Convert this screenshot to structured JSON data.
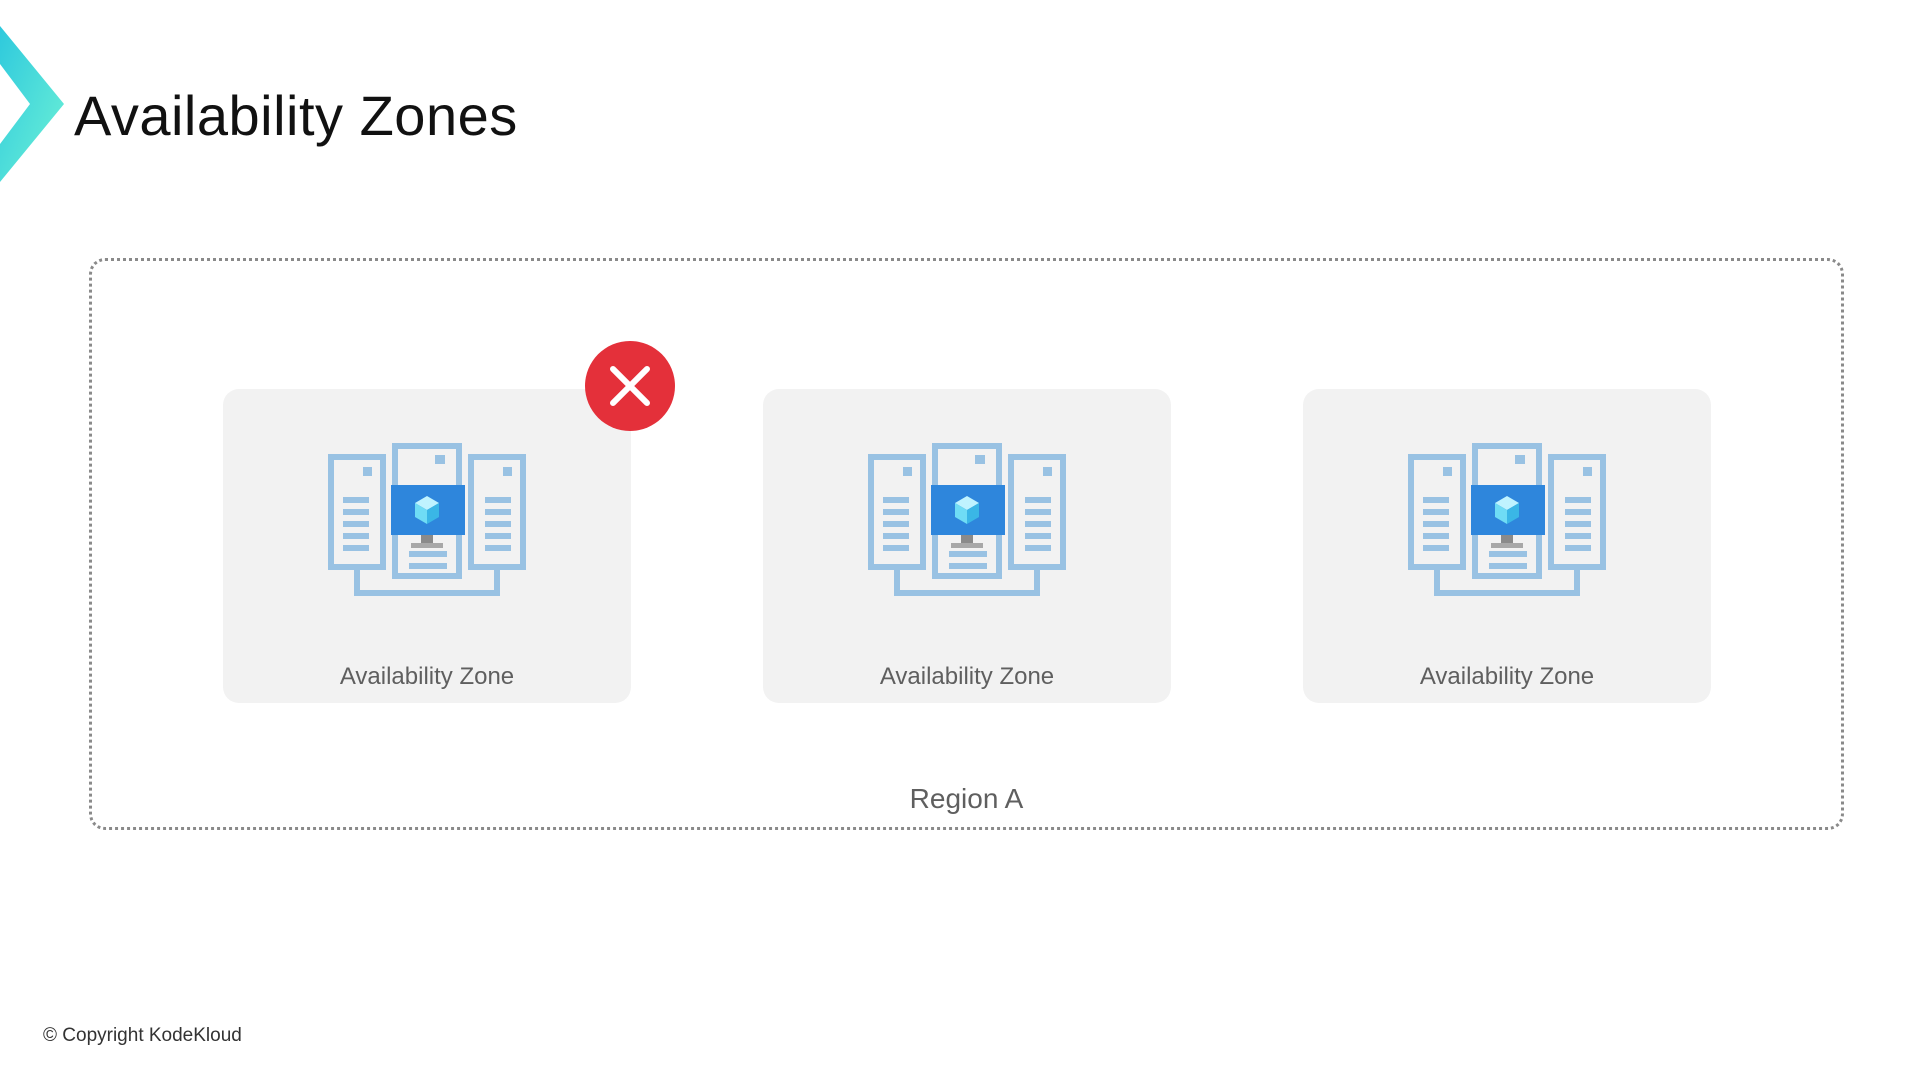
{
  "slide": {
    "title": "Availability Zones",
    "copyright": "© Copyright KodeKloud"
  },
  "region": {
    "label": "Region A",
    "zones": [
      {
        "label": "Availability Zone",
        "icon": "server-cluster-icon",
        "status": "failed"
      },
      {
        "label": "Availability Zone",
        "icon": "server-cluster-icon",
        "status": "healthy"
      },
      {
        "label": "Availability Zone",
        "icon": "server-cluster-icon",
        "status": "healthy"
      }
    ],
    "failure_icon": "close-icon"
  },
  "colors": {
    "accent_gradient_start": "#2ec9dd",
    "accent_gradient_end": "#6ef2d6",
    "zone_background": "#f2f2f2",
    "server_outline": "#99c2e3",
    "monitor_blue": "#2e86dc",
    "failure_red": "#e4303a",
    "label_gray": "#5f5f5f"
  }
}
